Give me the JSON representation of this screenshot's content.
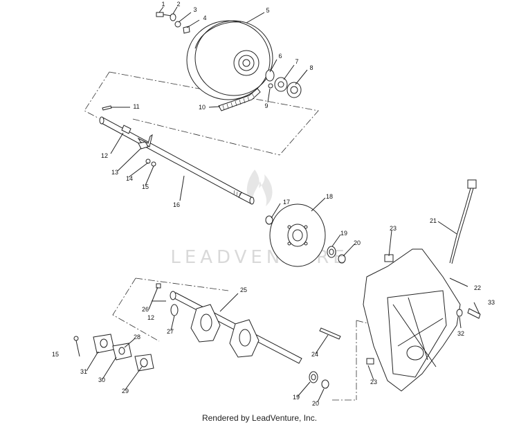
{
  "diagram": {
    "watermark": "LEADVENTURE",
    "footer": "Rendered by LeadVenture, Inc.",
    "callouts": {
      "c1": "1",
      "c2": "2",
      "c3": "3",
      "c4": "4",
      "c5": "5",
      "c6": "6",
      "c7": "7",
      "c8": "8",
      "c9": "9",
      "c10": "10",
      "c11": "11",
      "c12a": "12",
      "c13": "13",
      "c14": "14",
      "c15a": "15",
      "c16": "16",
      "c17": "17",
      "c18": "18",
      "c19a": "19",
      "c20a": "20",
      "c21": "21",
      "c22": "22",
      "c23a": "23",
      "c25": "25",
      "c26": "26",
      "c12b": "12",
      "c27": "27",
      "c33": "33",
      "c32": "32",
      "c15b": "15",
      "c28": "28",
      "c31": "31",
      "c30": "30",
      "c29": "29",
      "c24": "24",
      "c23b": "23",
      "c19b": "19",
      "c20b": "20"
    }
  }
}
